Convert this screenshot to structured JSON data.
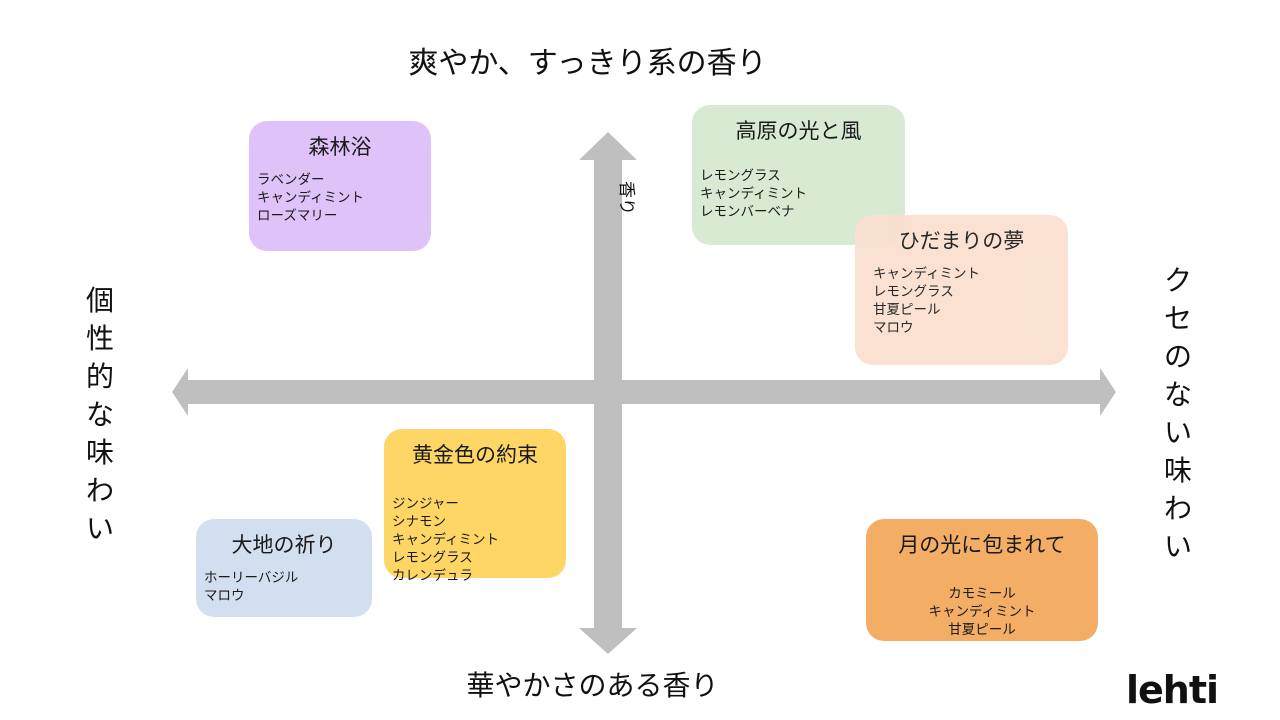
{
  "axes": {
    "top": "爽やか、すっきり系の香り",
    "bottom": "華やかさのある香り",
    "left": "個性的な味わい",
    "right": "クセのない味わい",
    "vertical_axis_label": "香り",
    "axis_color": "#bfbfbf"
  },
  "cards": {
    "forest": {
      "title": "森林浴",
      "items": [
        "ラベンダー",
        "キャンディミント",
        "ローズマリー"
      ],
      "color": "#dfc3f8"
    },
    "highland": {
      "title": "高原の光と風",
      "items": [
        "レモングラス",
        "キャンディミント",
        "レモンバーベナ"
      ],
      "color": "#d9ead3"
    },
    "sunny": {
      "title": "ひだまりの夢",
      "items": [
        "キャンディミント",
        "レモングラス",
        "甘夏ピール",
        "マロウ"
      ],
      "color": "#fae0d0"
    },
    "golden": {
      "title": "黄金色の約束",
      "items": [
        "ジンジャー",
        "シナモン",
        "キャンディミント",
        "レモングラス",
        "カレンデュラ"
      ],
      "color": "#fdd666"
    },
    "earth": {
      "title": "大地の祈り",
      "items": [
        "ホーリーバジル",
        "マロウ"
      ],
      "color": "#d2dff1"
    },
    "moon": {
      "title": "月の光に包まれて",
      "items": [
        "カモミール",
        "キャンディミント",
        "甘夏ピール"
      ],
      "color": "#f4ad65"
    }
  },
  "logo": {
    "text": "lehti"
  }
}
